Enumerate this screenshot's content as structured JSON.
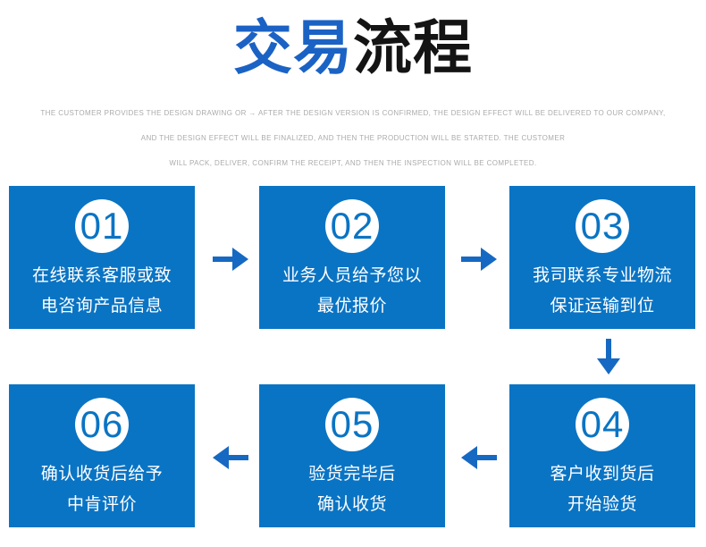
{
  "title": {
    "part1": "交易",
    "part2": "流程"
  },
  "subtitle": {
    "lines": [
      "THE CUSTOMER PROVIDES THE DESIGN DRAWING OR → AFTER THE DESIGN VERSION IS CONFIRMED, THE DESIGN EFFECT WILL BE DELIVERED TO OUR COMPANY,",
      "AND THE DESIGN EFFECT WILL BE FINALIZED, AND THEN THE PRODUCTION WILL BE STARTED. THE CUSTOMER",
      "WILL PACK, DELIVER, CONFIRM THE RECEIPT, AND THEN THE INSPECTION WILL BE COMPLETED."
    ]
  },
  "steps": [
    {
      "number": "01",
      "lines": [
        "在线联系客服或致",
        "电咨询产品信息"
      ]
    },
    {
      "number": "02",
      "lines": [
        "业务人员给予您以",
        "最优报价"
      ]
    },
    {
      "number": "03",
      "lines": [
        "我司联系专业物流",
        "保证运输到位"
      ]
    },
    {
      "number": "04",
      "lines": [
        "客户收到货后",
        "开始验货"
      ]
    },
    {
      "number": "05",
      "lines": [
        "验货完毕后",
        "确认收货"
      ]
    },
    {
      "number": "06",
      "lines": [
        "确认收货后给予",
        "中肯评价"
      ]
    }
  ],
  "colors": {
    "box_blue": "#0a74c4",
    "arrow_blue": "#1669c2",
    "title_blue": "#1b62c5",
    "title_dark": "#141414",
    "subtitle_gray": "#ababab",
    "circle_bg": "#ffffff",
    "step_text": "#ffffff"
  }
}
